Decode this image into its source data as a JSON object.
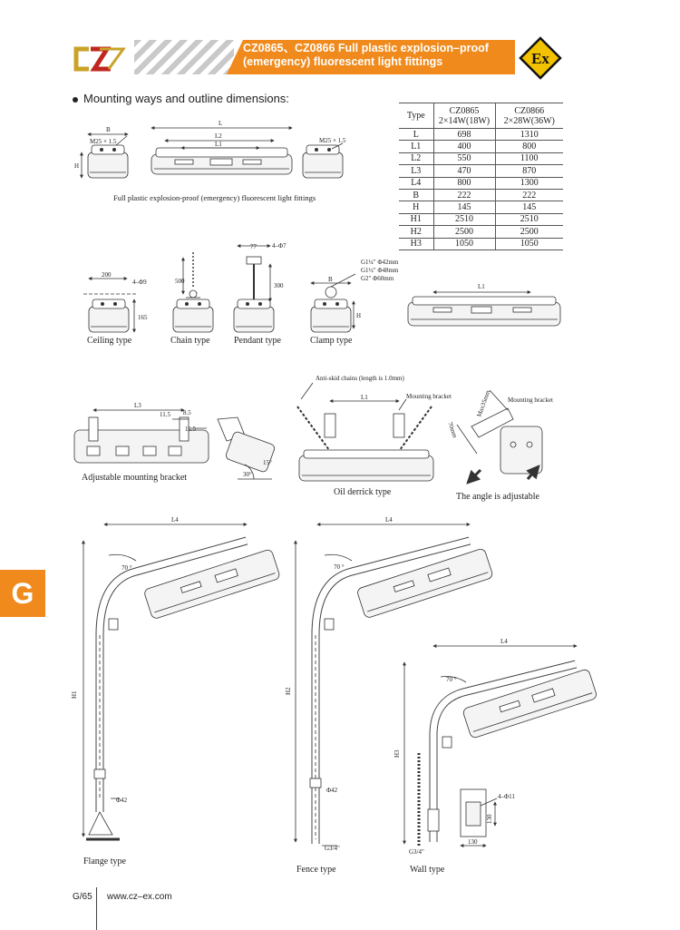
{
  "header": {
    "title_line1": "CZ0865、CZ0866 Full plastic explosion–proof",
    "title_line2": "(emergency) fluorescent light fittings",
    "ex_label": "Ex"
  },
  "section_heading": "Mounting ways and outline dimensions:",
  "spec_table": {
    "type_header": "Type",
    "models": [
      {
        "name": "CZ0865",
        "spec": "2×14W(18W)"
      },
      {
        "name": "CZ0866",
        "spec": "2×28W(36W)"
      }
    ],
    "rows": [
      {
        "param": "L",
        "v1": "698",
        "v2": "1310"
      },
      {
        "param": "L1",
        "v1": "400",
        "v2": "800"
      },
      {
        "param": "L2",
        "v1": "550",
        "v2": "1100"
      },
      {
        "param": "L3",
        "v1": "470",
        "v2": "870"
      },
      {
        "param": "L4",
        "v1": "800",
        "v2": "1300"
      },
      {
        "param": "B",
        "v1": "222",
        "v2": "222"
      },
      {
        "param": "H",
        "v1": "145",
        "v2": "145"
      },
      {
        "param": "H1",
        "v1": "2510",
        "v2": "2510"
      },
      {
        "param": "H2",
        "v1": "2500",
        "v2": "2500"
      },
      {
        "param": "H3",
        "v1": "1050",
        "v2": "1050"
      }
    ]
  },
  "outline": {
    "caption": "Full plastic explosion-proof (emergency) fluorescent light fittings",
    "dim_B": "B",
    "dim_H": "H",
    "dim_L": "L",
    "dim_L2": "L2",
    "dim_L1": "L1",
    "thread_left": "M25 × 1.5",
    "thread_right": "M25 × 1.5"
  },
  "mounting_types": {
    "ceiling": {
      "caption": "Ceiling type",
      "dim_width": "200",
      "dim_holes": "4–Φ9",
      "dim_height": "165"
    },
    "chain": {
      "caption": "Chain type",
      "dim_length": "500"
    },
    "pendant": {
      "caption": "Pendant type",
      "dim_offset": "77",
      "dim_holes": "4–Φ7",
      "dim_length": "300"
    },
    "clamp": {
      "caption": "Clamp type",
      "dim_B": "B",
      "dim_H": "H",
      "pipe1": "G1¼\" Φ42mm",
      "pipe2": "G1½\" Φ48mm",
      "pipe3": "G2\" Φ60mm"
    },
    "long_view": {
      "dim_L1": "L1"
    }
  },
  "bracket": {
    "caption": "Adjustable mounting bracket",
    "dim_L3": "L3",
    "dim_115a": "11.5",
    "dim_85": "8.5",
    "dim_115b": "11.5",
    "angle_15": "15°",
    "angle_30": "30°"
  },
  "oil_derrick": {
    "caption": "Oil derrick type",
    "chain_note": "Anti-skid chains (length is 1.0mm)",
    "bracket_note": "Mounting bracket",
    "dim_L1": "L1"
  },
  "angle_adjust": {
    "caption": "The angle is adjustable",
    "bracket_note": "Mounting bracket",
    "dim_max": "Max35mm",
    "dim_70": "70mm"
  },
  "pole_types": {
    "flange": {
      "caption": "Flange type",
      "dim_L4": "L4",
      "dim_H1": "H1",
      "angle": "70 °",
      "pipe": "Φ42"
    },
    "fence": {
      "caption": "Fence type",
      "dim_L4": "L4",
      "dim_H2": "H2",
      "angle": "70 °",
      "pipe": "Φ42",
      "thread": "G3/4\""
    },
    "wall": {
      "caption": "Wall type",
      "dim_L4": "L4",
      "dim_H3": "H3",
      "angle": "70 °",
      "thread": "G3/4\"",
      "dim_holes": "4–Φ11",
      "dim_130a": "130",
      "dim_130b": "130"
    }
  },
  "side_tab": "G",
  "footer": {
    "page": "G/65",
    "url": "www.cz–ex.com"
  },
  "colors": {
    "accent": "#f08a1c",
    "logo_red": "#c0261f",
    "logo_gold": "#c9a227",
    "line": "#333333"
  }
}
